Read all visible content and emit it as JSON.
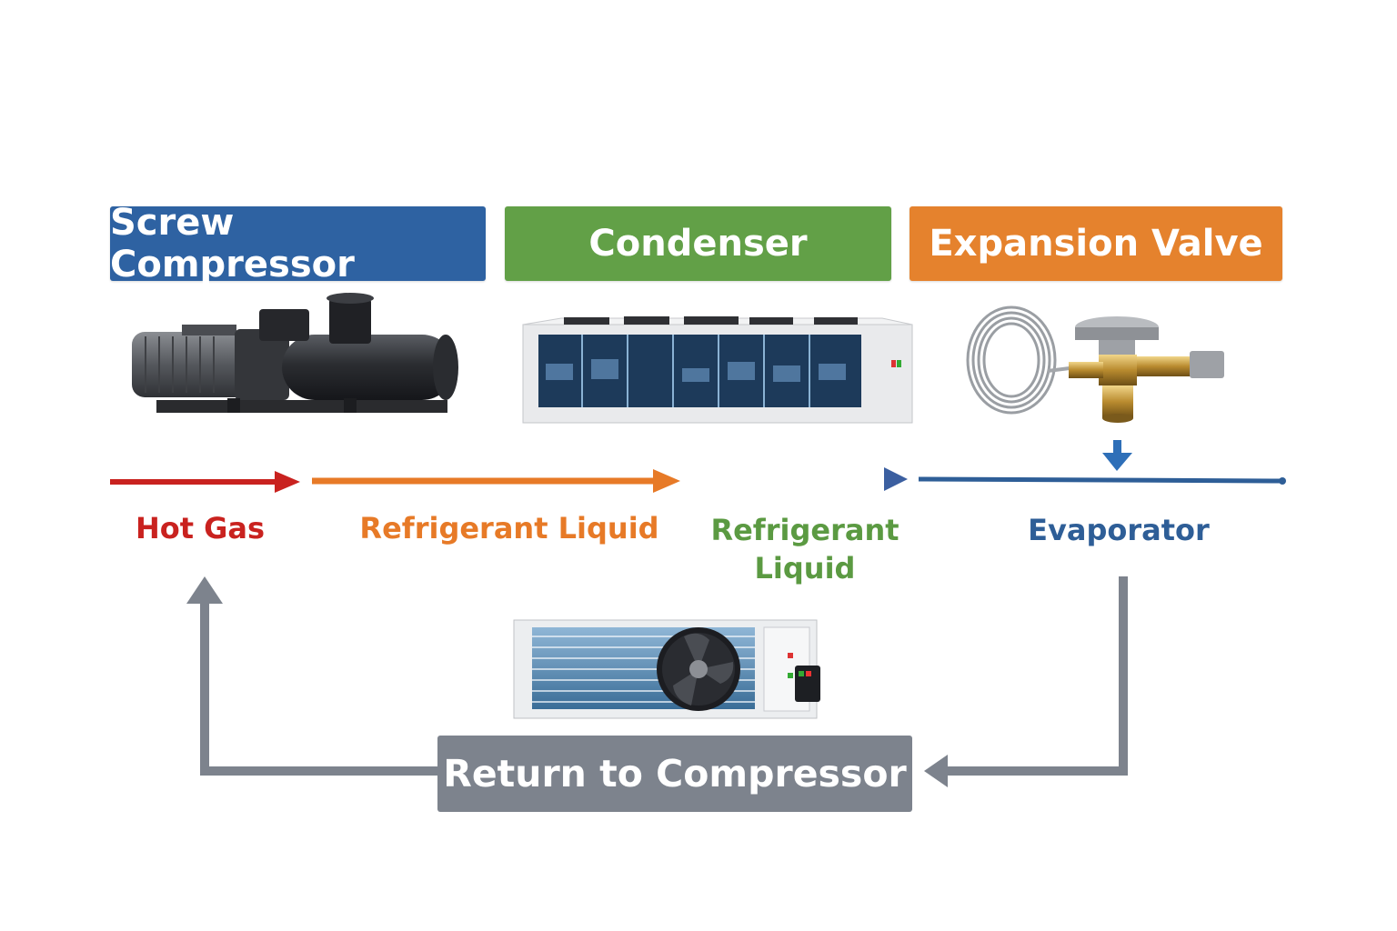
{
  "stages": {
    "compressor": {
      "title": "Screw Compressor",
      "color": "#2e62a2",
      "icon": "screw-compressor-image"
    },
    "condenser": {
      "title": "Condenser",
      "color": "#62a047",
      "icon": "condenser-unit-image"
    },
    "expansion_valve": {
      "title": "Expansion Valve",
      "color": "#e5822d",
      "icon": "expansion-valve-image"
    }
  },
  "flow_labels": {
    "hot_gas": {
      "text": "Hot Gas",
      "color": "#c9221f"
    },
    "refrigerant_liquid_1": {
      "text": "Refrigerant Liquid",
      "color": "#e77a27"
    },
    "refrigerant_liquid_2": {
      "text": "Refrigerant Liquid",
      "color": "#5b9a42"
    },
    "evaporator": {
      "text": "Evaporator",
      "color": "#2e5e97"
    }
  },
  "evaporator_unit": {
    "icon": "evaporator-fan-coil-image"
  },
  "return": {
    "label": "Return to Compressor",
    "color": "#7d838d"
  }
}
